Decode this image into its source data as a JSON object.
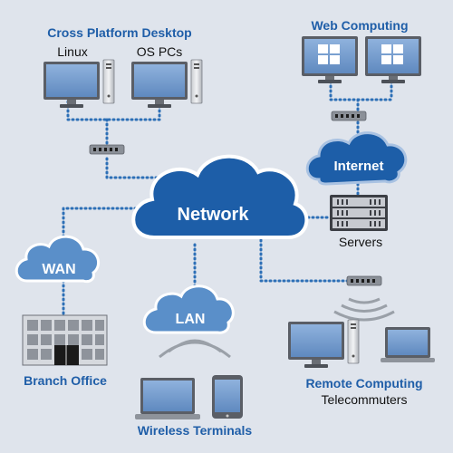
{
  "labels": {
    "cross_platform": "Cross Platform Desktop",
    "linux": "Linux",
    "os_pcs": "OS PCs",
    "web_computing": "Web Computing",
    "internet": "Internet",
    "network": "Network",
    "servers": "Servers",
    "wan": "WAN",
    "lan": "LAN",
    "branch_office": "Branch Office",
    "wireless_terminals": "Wireless Terminals",
    "remote_computing": "Remote Computing",
    "telecommuters": "Telecommuters"
  },
  "colors": {
    "background": "#dfe4ec",
    "cloud_dark": "#1d5ea8",
    "cloud_light": "#5a8fc9",
    "label_blue": "#1f5ea8",
    "connector": "#2d6fb6",
    "screen": "#6e97c9"
  }
}
